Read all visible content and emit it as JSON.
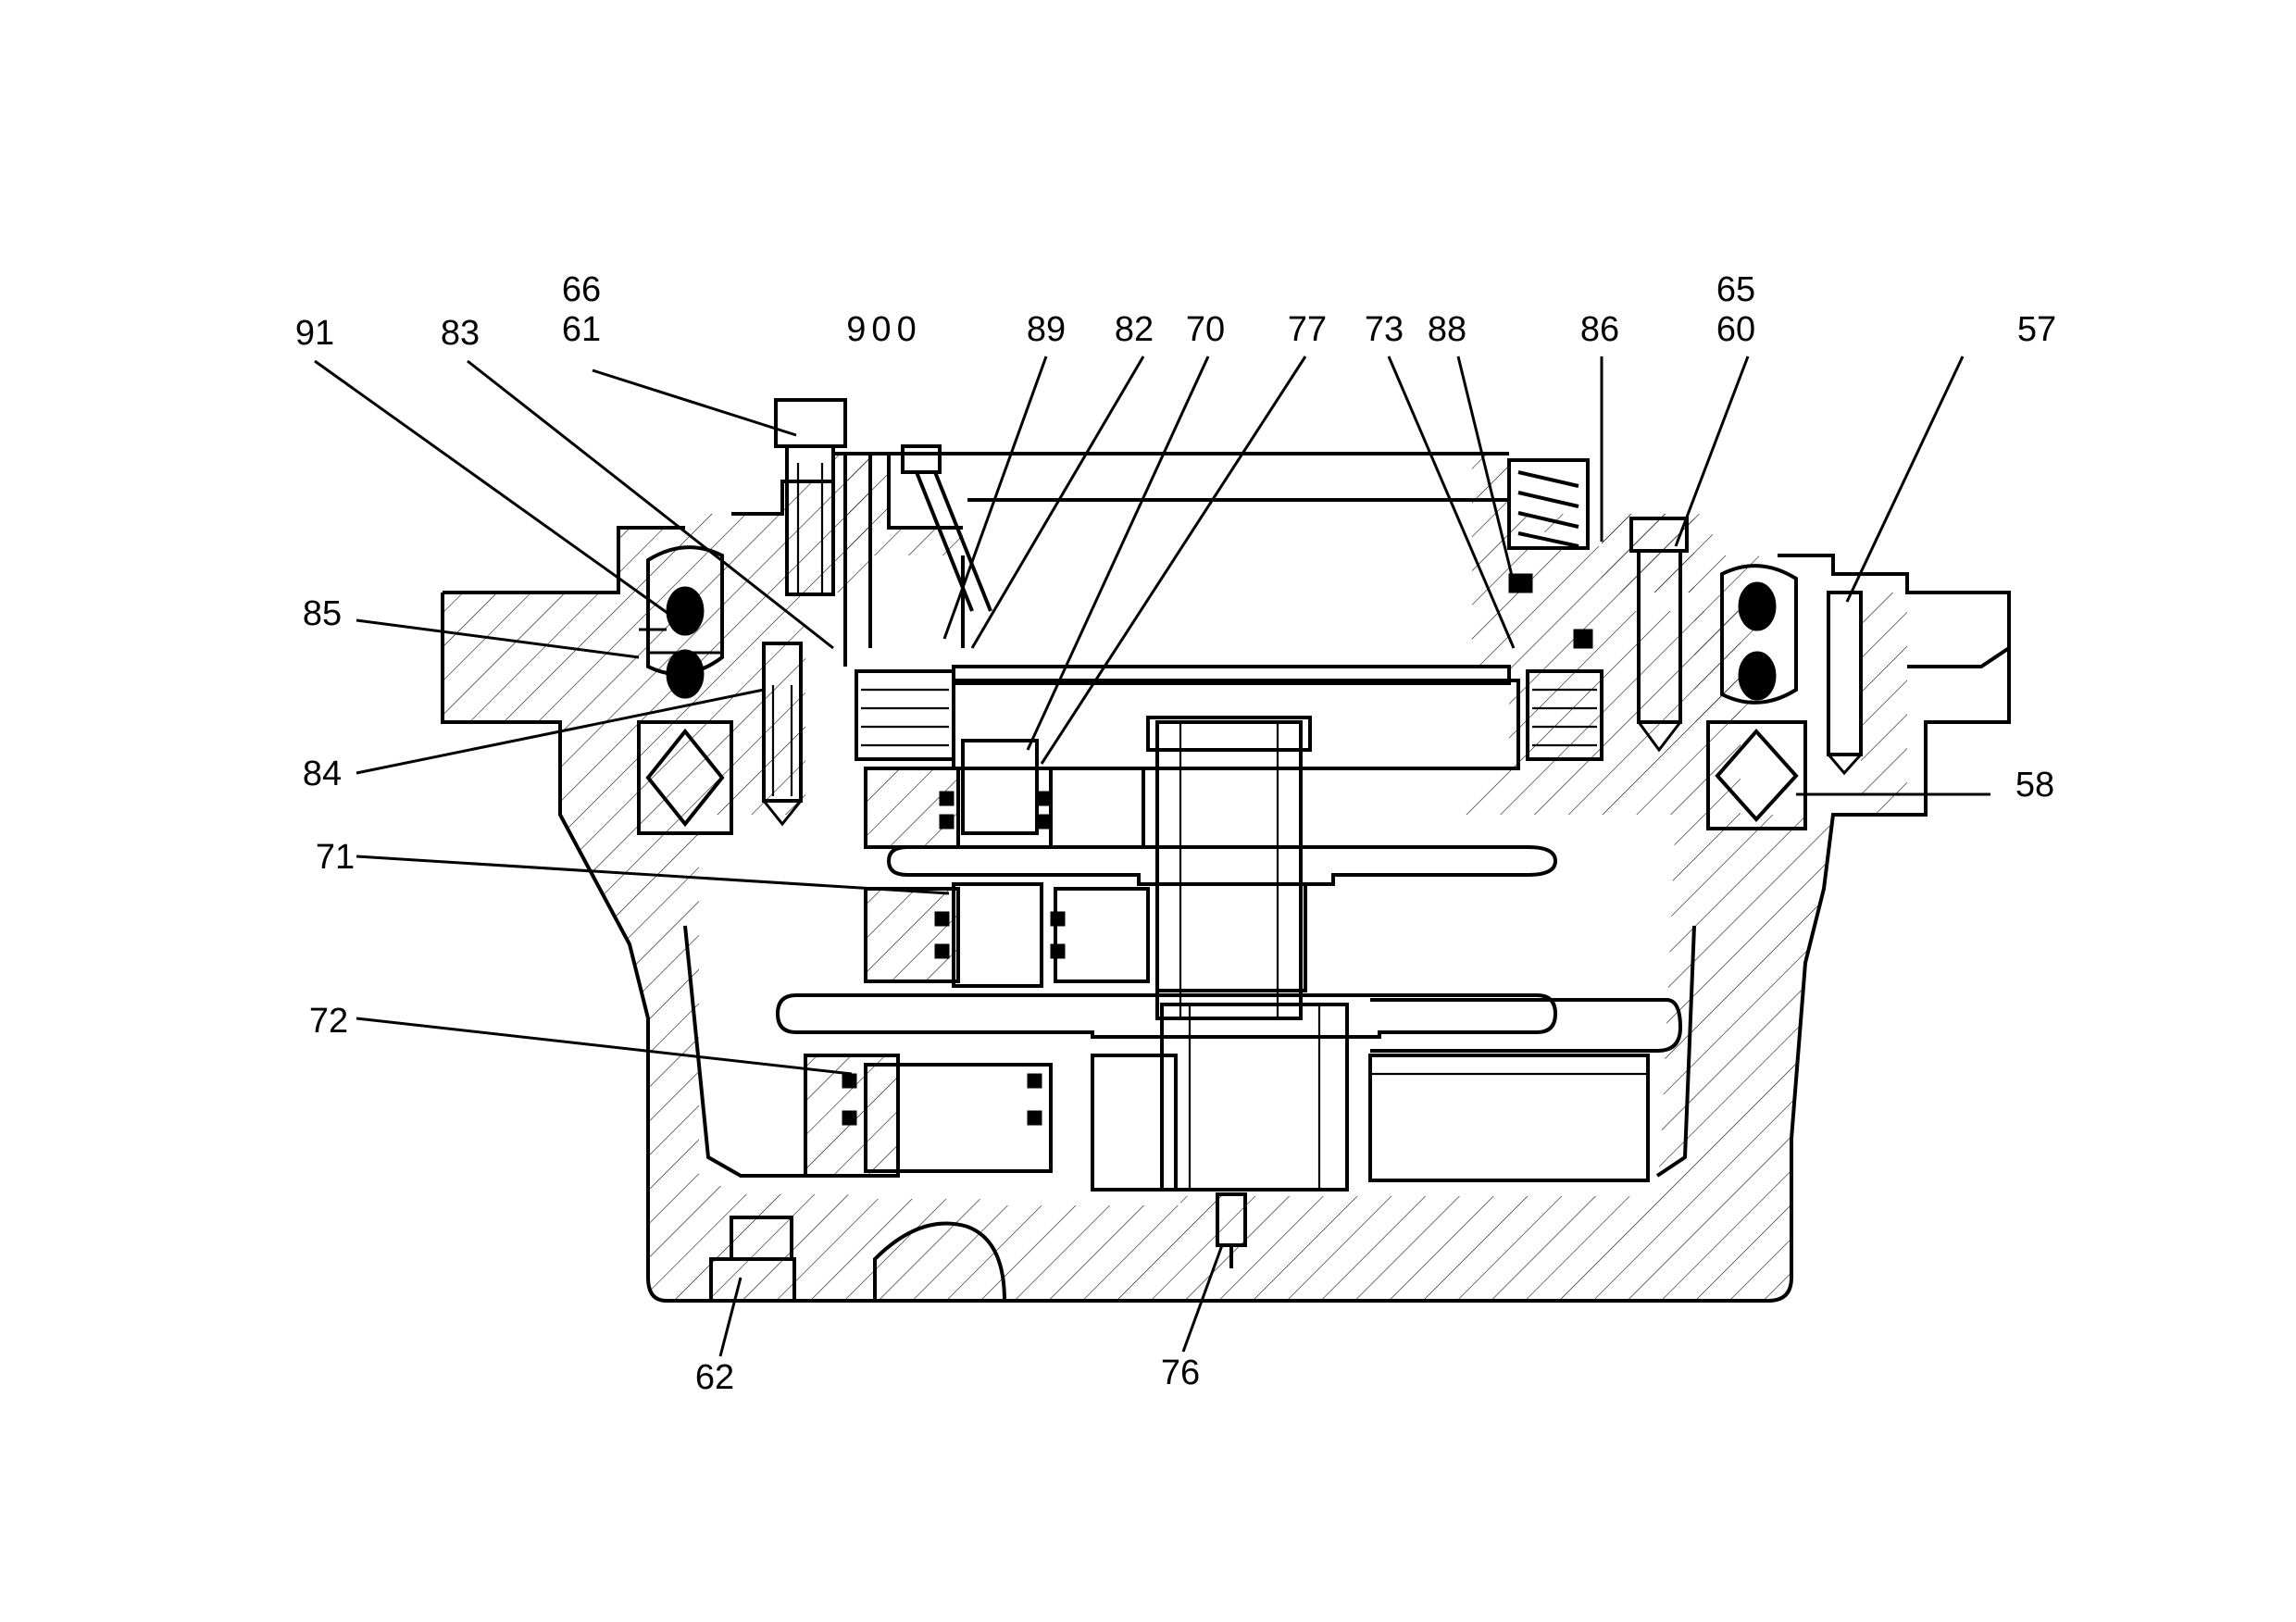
{
  "figure": {
    "callouts": [
      {
        "id": "66",
        "text": "66"
      },
      {
        "id": "61",
        "text": "61"
      },
      {
        "id": "91",
        "text": "91"
      },
      {
        "id": "83",
        "text": "83"
      },
      {
        "id": "900",
        "text": "900"
      },
      {
        "id": "89",
        "text": "89"
      },
      {
        "id": "82",
        "text": "82"
      },
      {
        "id": "70",
        "text": "70"
      },
      {
        "id": "77",
        "text": "77"
      },
      {
        "id": "73",
        "text": "73"
      },
      {
        "id": "88",
        "text": "88"
      },
      {
        "id": "86",
        "text": "86"
      },
      {
        "id": "65",
        "text": "65"
      },
      {
        "id": "60",
        "text": "60"
      },
      {
        "id": "57",
        "text": "57"
      },
      {
        "id": "85",
        "text": "85"
      },
      {
        "id": "84",
        "text": "84"
      },
      {
        "id": "58",
        "text": "58"
      },
      {
        "id": "71",
        "text": "71"
      },
      {
        "id": "72",
        "text": "72"
      },
      {
        "id": "62",
        "text": "62"
      },
      {
        "id": "76",
        "text": "76"
      }
    ]
  }
}
